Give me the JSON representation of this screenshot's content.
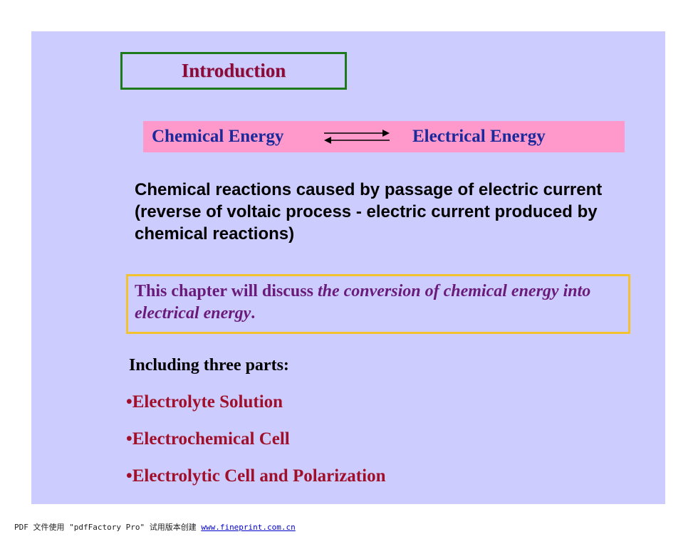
{
  "slide": {
    "title": "Introduction",
    "energy": {
      "left": "Chemical Energy",
      "right": "Electrical Energy"
    },
    "paragraph": "Chemical reactions caused by passage of electric current (reverse of voltaic process - electric current produced by chemical reactions)",
    "chapter": {
      "prefix": "This chapter will discuss ",
      "emphasis": "the conversion of chemical energy into electrical energy",
      "suffix": "."
    },
    "parts_heading": "Including three parts:",
    "parts": [
      "•Electrolyte Solution",
      "•Electrochemical Cell",
      "•Electrolytic Cell and Polarization"
    ]
  },
  "footer": {
    "prefix": "PDF 文件使用 \"pdfFactory Pro\" 试用版本创建 ",
    "link": "www.fineprint.com.cn"
  },
  "colors": {
    "slide_bg": "#ccccff",
    "title": "#8b0a3a",
    "title_border": "#1c7a1c",
    "energy_bar": "#ff99cc",
    "energy_text": "#1a2a9a",
    "chapter_border": "#f2c230",
    "chapter_text": "#6a1a7a",
    "parts_text": "#a0102a"
  },
  "icons": {
    "equilibrium": "double-arrow-equilibrium-icon"
  }
}
